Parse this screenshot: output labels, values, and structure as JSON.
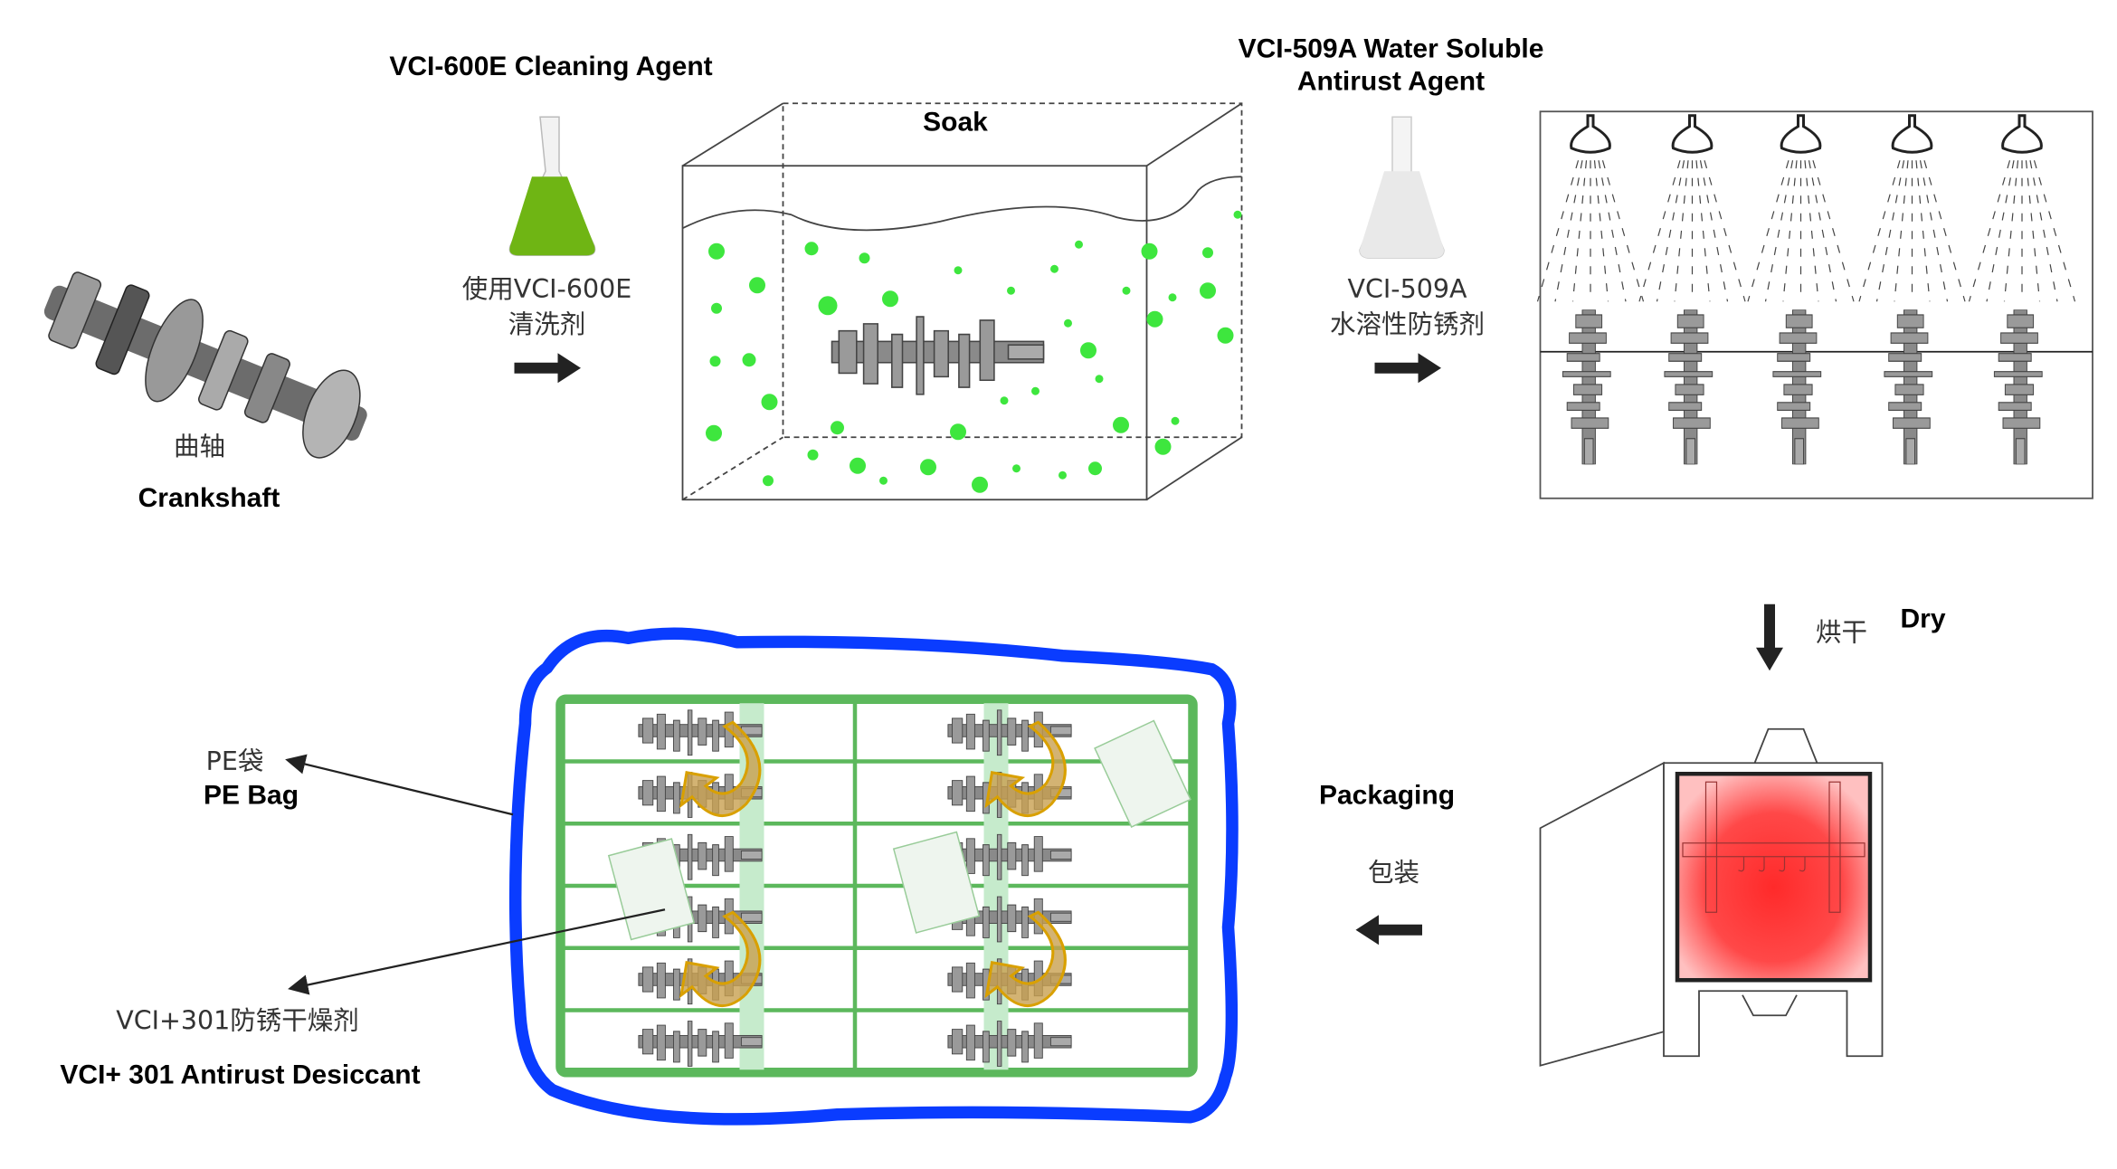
{
  "step1": {
    "title": "VCI-600E Cleaning Agent",
    "cn_line1": "使用VCI-600E",
    "cn_line2": "清洗剂",
    "liquid_color": "#6fb514"
  },
  "crankshaft": {
    "cn": "曲轴",
    "en": "Crankshaft"
  },
  "soak": {
    "label": "Soak",
    "bubble_color": "#3ee63e"
  },
  "step2": {
    "title_line1": "VCI-509A Water Soluble",
    "title_line2": "Antirust Agent",
    "cn_line1": "VCI-509A",
    "cn_line2": "水溶性防锈剂"
  },
  "dry": {
    "cn": "烘干",
    "en": "Dry",
    "heat_color": "#ff2a2a"
  },
  "packaging": {
    "en": "Packaging",
    "cn": "包装"
  },
  "pe_bag": {
    "cn": "PE袋",
    "en": "PE Bag",
    "outline_color": "#0a3cff"
  },
  "desiccant": {
    "cn": "VCI+301防锈干燥剂",
    "en": "VCI+ 301 Antirust Desiccant"
  },
  "tray": {
    "color": "#5cb85c",
    "columns": 2,
    "rows": 6
  }
}
